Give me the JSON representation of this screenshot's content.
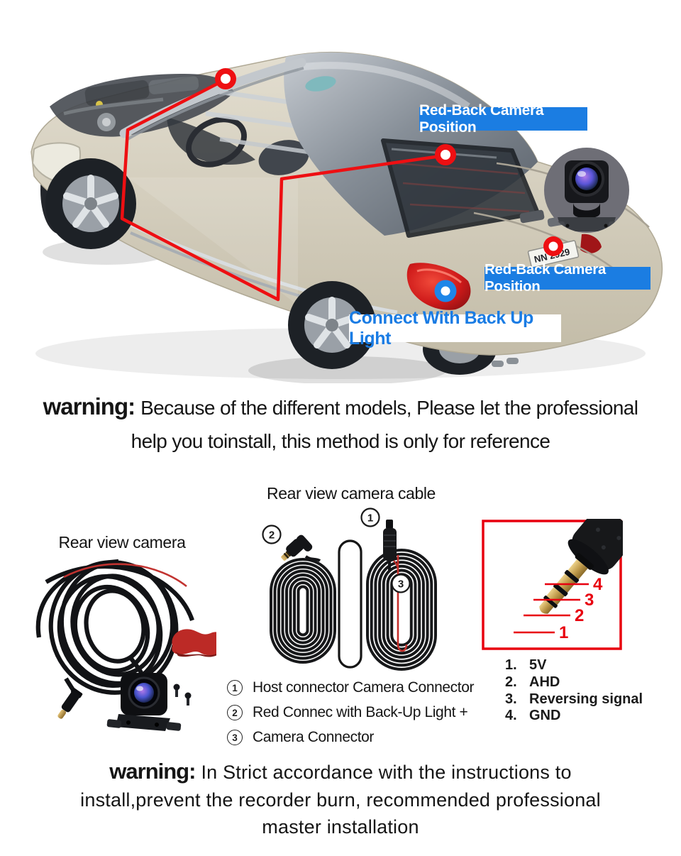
{
  "colors": {
    "label_blue": "#1b7de2",
    "backup_text_blue": "#1a7ce4",
    "accent_red": "#e8000f",
    "text_dark": "#111111"
  },
  "car_section": {
    "front_label": "Red-Back Camera Position",
    "rear_label": "Red-Back Camera Position",
    "backup_label": "Connect With Back Up Light",
    "license_plate": "NN 2929"
  },
  "warning_mid": {
    "prefix": "warning:",
    "line1": "Because of the different models, Please let the professional",
    "line2": "help you toinstall, this method is only for reference"
  },
  "lower": {
    "camera_title": "Rear view camera",
    "cable_title": "Rear view camera cable",
    "diagram_marks": {
      "host": "1",
      "plug": "2",
      "camera": "3"
    },
    "callouts": [
      {
        "num": "1",
        "text": "Host connector Camera Connector"
      },
      {
        "num": "2",
        "text": "Red Connec with Back-Up Light +"
      },
      {
        "num": "3",
        "text": "Camera Connector"
      }
    ],
    "pinout": {
      "numbers": [
        "4",
        "3",
        "2",
        "1"
      ],
      "legend": [
        {
          "num": "1.",
          "label": "5V"
        },
        {
          "num": "2.",
          "label": "AHD"
        },
        {
          "num": "3.",
          "label": "Reversing signal"
        },
        {
          "num": "4.",
          "label": "GND"
        }
      ]
    }
  },
  "warning_bottom": {
    "prefix": "warning:",
    "line1": "In Strict accordance with the instructions to",
    "line2": "install,prevent the recorder burn, recommended professional",
    "line3": "master installation"
  }
}
